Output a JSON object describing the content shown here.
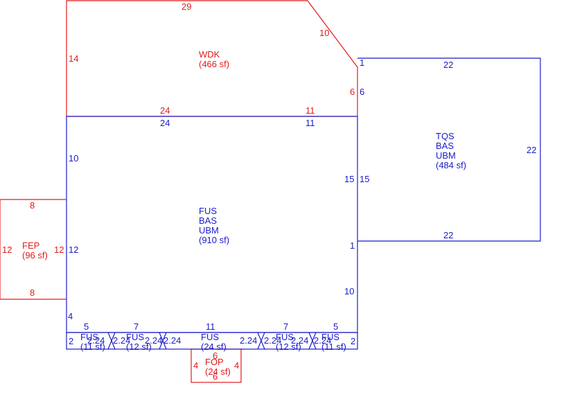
{
  "colors": {
    "exterior": "#e21a1a",
    "living": "#1a1acc",
    "background": "#ffffff"
  },
  "areas": {
    "wdk": {
      "lines": [
        "WDK"
      ],
      "sf": "(466 sf)"
    },
    "fus_main": {
      "lines": [
        "FUS",
        "BAS",
        "UBM"
      ],
      "sf": "(910 sf)"
    },
    "tqs": {
      "lines": [
        "TQS",
        "BAS",
        "UBM"
      ],
      "sf": "(484 sf)"
    },
    "fep": {
      "lines": [
        "FEP"
      ],
      "sf": "(96 sf)"
    },
    "fop": {
      "lines": [
        "FOP"
      ],
      "sf": "(24 sf)"
    },
    "fus_strip_1": {
      "lines": [
        "FUS"
      ],
      "sf": "(11 sf)"
    },
    "fus_strip_2": {
      "lines": [
        "FUS"
      ],
      "sf": "(12 sf)"
    },
    "fus_strip_3": {
      "lines": [
        "FUS"
      ],
      "sf": "(24 sf)"
    },
    "fus_strip_4": {
      "lines": [
        "FUS"
      ],
      "sf": "(12 sf)"
    },
    "fus_strip_5": {
      "lines": [
        "FUS"
      ],
      "sf": "(11 sf)"
    }
  },
  "dimensions": {
    "wdk_top": "29",
    "wdk_diag": "10",
    "wdk_left": "14",
    "wdk_right": "6",
    "wdk_bottom_a": "24",
    "wdk_bottom_b": "11",
    "main_top_a": "24",
    "main_top_b": "11",
    "main_left_upper": "10",
    "main_left_mid": "12",
    "main_left_lower": "4",
    "main_right_a": "15",
    "main_right_b": "1",
    "main_right_c": "10",
    "tqs_top": "22",
    "tqs_bottom": "22",
    "tqs_right": "22",
    "tqs_left": "15",
    "tqs_corner": "1",
    "tqs_left_top": "6",
    "fep_top": "8",
    "fep_bottom": "8",
    "fep_left": "12",
    "fep_right": "12",
    "fop_top": "6",
    "fop_bottom": "6",
    "fop_left": "4",
    "fop_right": "4",
    "strip_top": [
      "5",
      "7",
      "11",
      "7",
      "5"
    ],
    "strip_side_left": "2",
    "strip_side_right": "2",
    "strip_diag": [
      "2.24",
      "2.24",
      "2.24",
      "2.24",
      "2.24",
      "2.24",
      "2.24",
      "2.24"
    ]
  }
}
